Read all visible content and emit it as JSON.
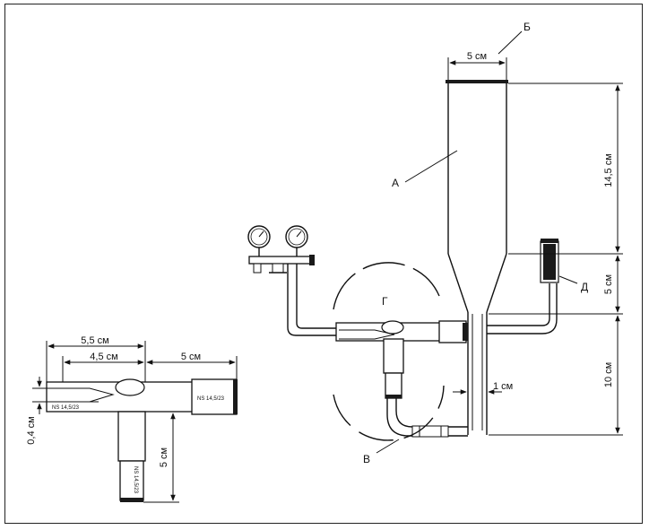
{
  "labels": {
    "a": "А",
    "b": "Б",
    "v": "В",
    "g": "Г",
    "d": "Д"
  },
  "dimensions": {
    "top_width": "5 см",
    "column_height": "14,5 см",
    "cone_height": "5 см",
    "bottom_height": "10 см",
    "gap": "1 см",
    "detail_total": "5,5 см",
    "detail_inner": "4,5 см",
    "detail_side": "5 см",
    "detail_down": "5 см",
    "detail_gap": "0,4 см"
  },
  "joints": {
    "ns_side": "NS 14,5/23",
    "ns_left": "NS 14,5/23",
    "ns_bottom": "NS 14,5/23"
  }
}
